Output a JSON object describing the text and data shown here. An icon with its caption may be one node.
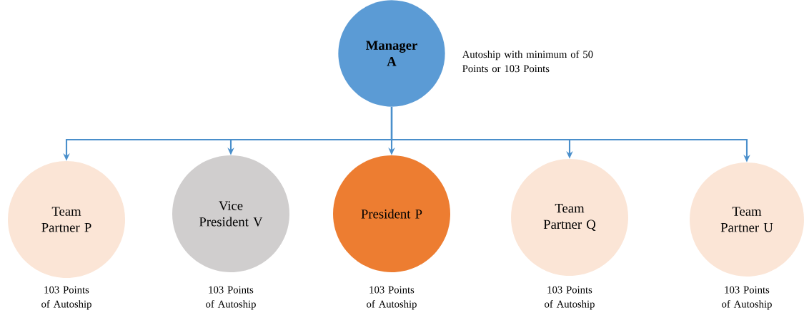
{
  "diagram": {
    "nodes": [
      {
        "text": [
          "Manager A"
        ],
        "beside": [
          "Autoship with minimum of 50 Points or 103 Points"
        ]
      },
      {
        "text": [
          "Team Partner P"
        ],
        "beside": [
          "103 Points of Autoship"
        ]
      },
      {
        "text": [
          "Vice President V"
        ],
        "beside": [
          "103 Points of Autoship"
        ]
      },
      {
        "text": [
          "President P"
        ],
        "beside": [
          "103 Points of Autoship"
        ]
      },
      {
        "text": [
          "Team Partner Q"
        ],
        "beside": [
          "103 Points of Autoship"
        ]
      },
      {
        "text": [
          "Team Partner U"
        ],
        "beside": [
          "103 Points of Autoship"
        ]
      }
    ],
    "edges": [
      {
        "from": 0,
        "to": 1,
        "arrow": "to"
      },
      {
        "from": 0,
        "to": 2,
        "arrow": "to"
      },
      {
        "from": 0,
        "to": 3,
        "arrow": "to"
      },
      {
        "from": 0,
        "to": 4,
        "arrow": "to"
      },
      {
        "from": 0,
        "to": 5,
        "arrow": "to"
      }
    ]
  }
}
